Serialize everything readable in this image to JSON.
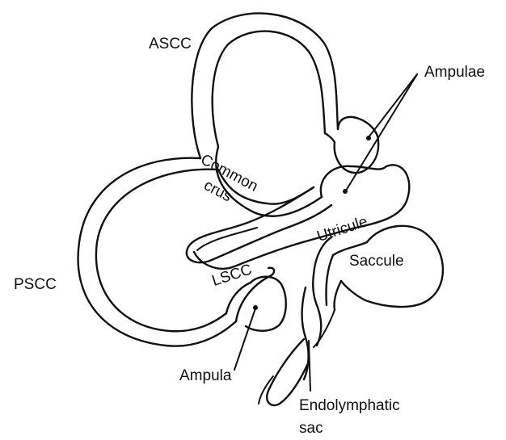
{
  "labels": {
    "ascc": "ASCC",
    "ampulae": "Ampulae",
    "common": "Common",
    "crus": "crus",
    "utricule": "Utricule",
    "saccule": "Saccule",
    "pscc": "PSCC",
    "lscc": "LSCC",
    "ampula": "Ampula",
    "endolymphatic": "Endolymphatic",
    "sac": "sac"
  },
  "colors": {
    "line": "#111111",
    "background": "#ffffff"
  }
}
